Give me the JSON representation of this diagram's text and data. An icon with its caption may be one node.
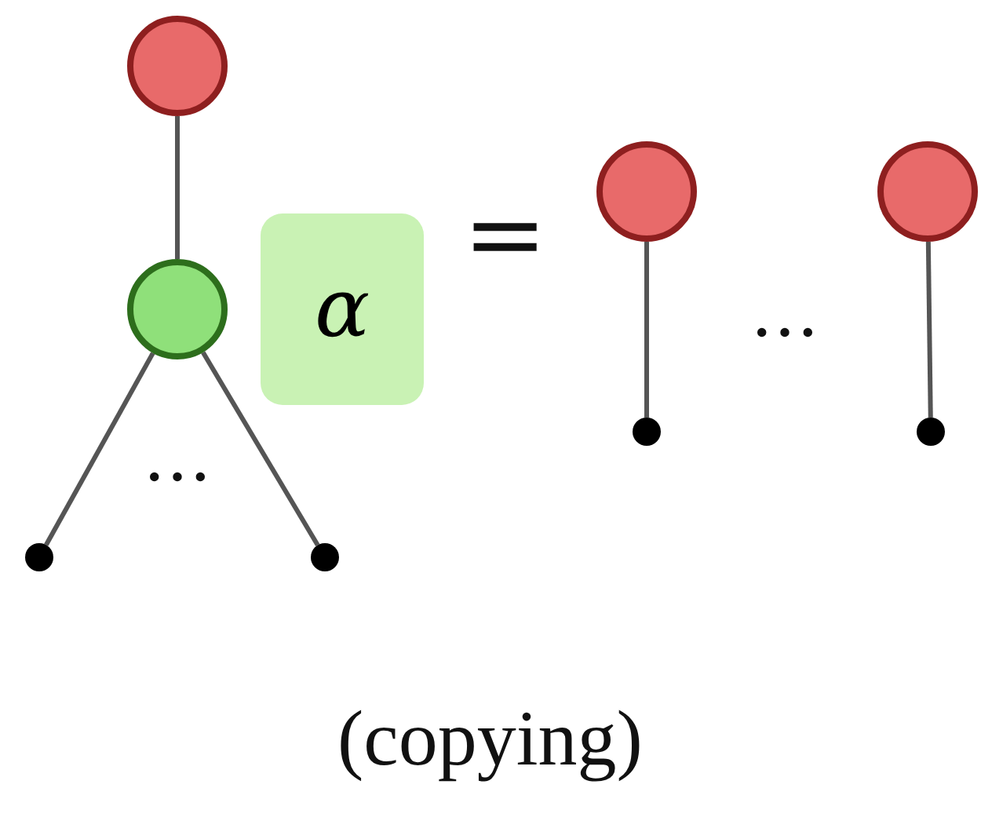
{
  "diagram": {
    "caption": "(copying)",
    "nodes": [
      {
        "text": [],
        "shape": "circle"
      },
      {
        "text": [],
        "shape": "circle"
      },
      {
        "text": [
          "α"
        ]
      },
      {
        "text": [],
        "shape": "dot"
      },
      {
        "text": [],
        "shape": "dot"
      },
      {
        "text": [],
        "shape": "circle"
      },
      {
        "text": [],
        "shape": "dot"
      },
      {
        "text": [],
        "shape": "circle"
      },
      {
        "text": [],
        "shape": "dot"
      }
    ],
    "edges": [
      {
        "from": 0,
        "to": 1,
        "arrow": "none"
      },
      {
        "from": 1,
        "to": 3,
        "arrow": "none"
      },
      {
        "from": 1,
        "to": 4,
        "arrow": "none"
      },
      {
        "from": 5,
        "to": 6,
        "arrow": "none"
      },
      {
        "from": 7,
        "to": 8,
        "arrow": "none"
      }
    ],
    "labels": [
      "…",
      "=",
      "…"
    ]
  }
}
